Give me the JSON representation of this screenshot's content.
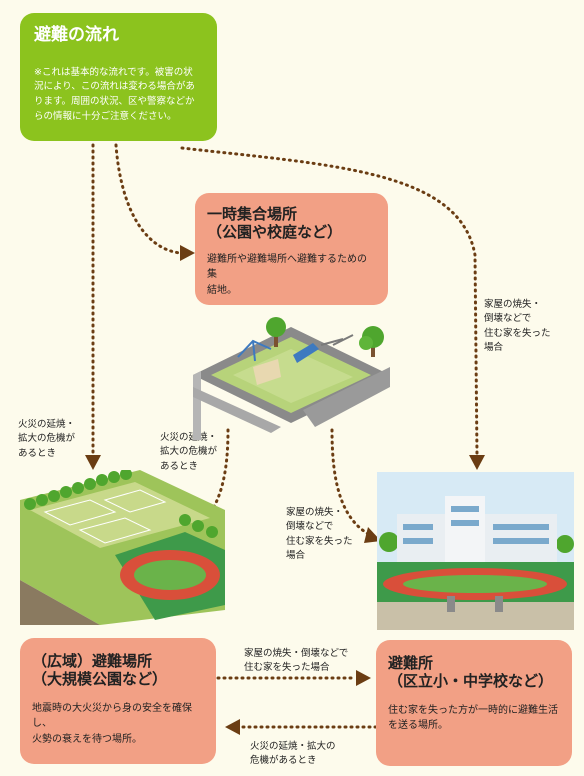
{
  "main": {
    "title": "避難の流れ",
    "note_lines": [
      "※これは基本的な流れです。被害の状",
      "況により、この流れは変わる場合があ",
      "ります。周囲の状況、区や警察などか",
      "らの情報に十分ご注意ください。"
    ]
  },
  "temp_site": {
    "title_lines": [
      "一時集合場所",
      "（公園や校庭など）"
    ],
    "desc_lines": [
      "避難所や避難場所へ避難するための集",
      "結地。"
    ]
  },
  "wide_area": {
    "title_lines": [
      "（広域）避難場所",
      "（大規模公園など）"
    ],
    "desc_lines": [
      "地震時の大火災から身の安全を確保し、",
      "火勢の衰えを待つ場所。"
    ]
  },
  "shelter": {
    "title_lines": [
      "避難所",
      "（区立小・中学校など）"
    ],
    "desc_lines": [
      "住む家を失った方が一時的に避難生活",
      "を送る場所。"
    ]
  },
  "labels": {
    "far_left": [
      "火災の延焼・",
      "拡大の危機が",
      "あるとき"
    ],
    "mid_left": [
      "火災の延焼・",
      "拡大の危機が",
      "あるとき"
    ],
    "right_top": [
      "家屋の焼失・",
      "倒壊などで",
      "住む家を失った",
      "場合"
    ],
    "mid_right": [
      "家屋の焼失・",
      "倒壊などで",
      "住む家を失った",
      "場合"
    ],
    "bottom_top": [
      "家屋の焼失・倒壊などで",
      "住む家を失った場合"
    ],
    "bottom_bottom": [
      "火災の延焼・拡大の",
      "危機があるとき"
    ]
  },
  "colors": {
    "main_box": "#8cc31e",
    "place_box": "#f2a085",
    "arrow": "#6b3d13"
  }
}
